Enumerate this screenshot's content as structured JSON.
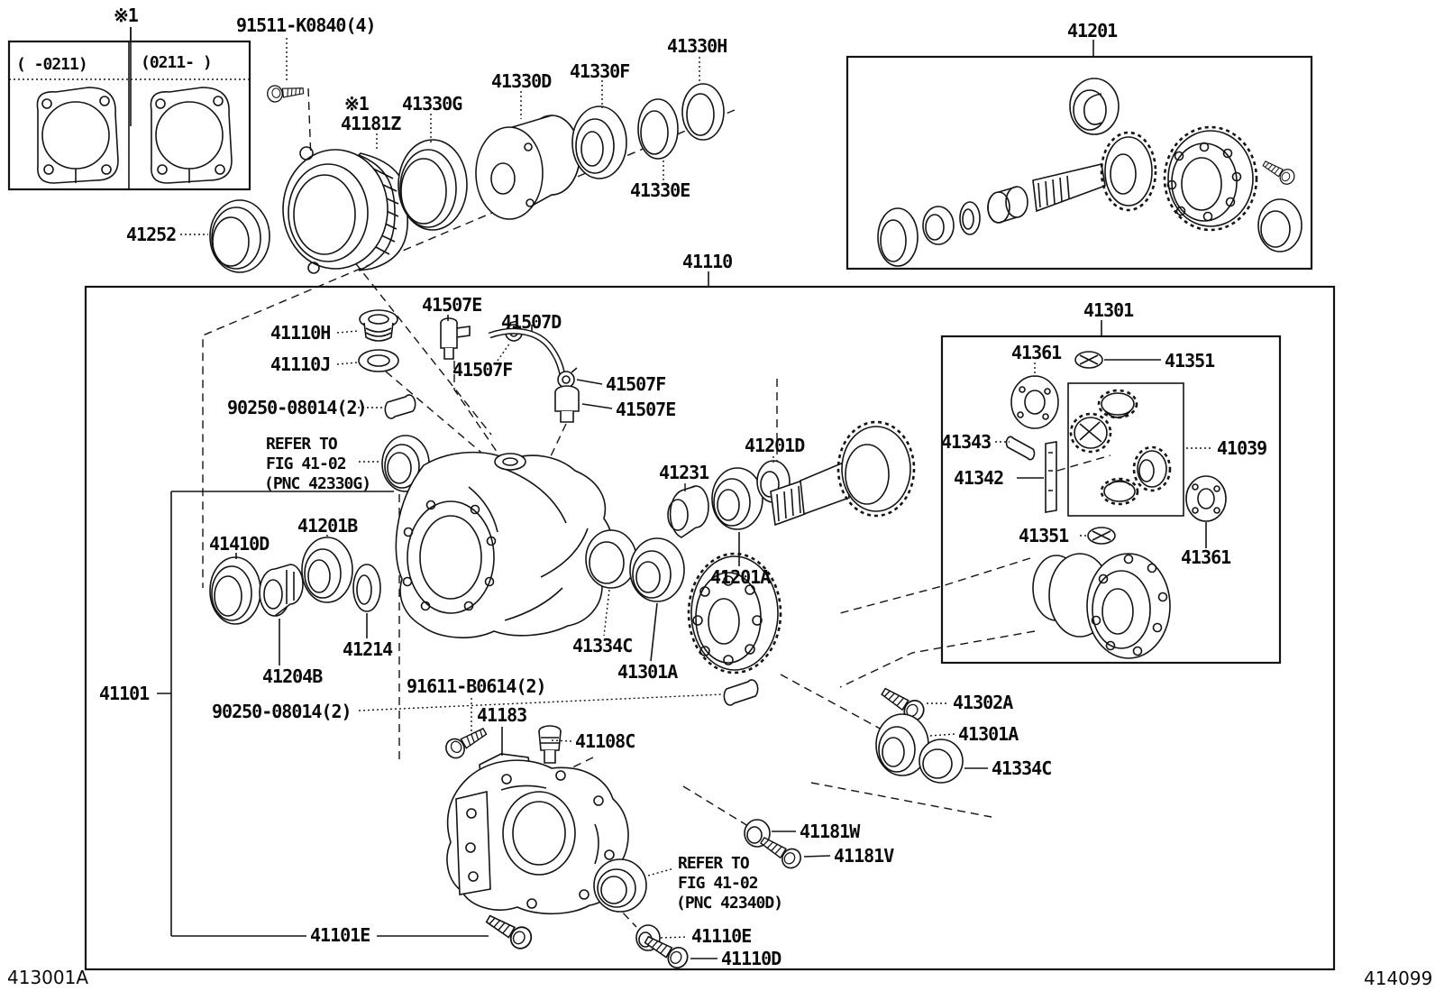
{
  "notes": {
    "asterisk1": "※1",
    "variant_left": "(  -0211)",
    "variant_right": "(0211-   )",
    "refer1": [
      "REFER TO",
      "FIG 41-02",
      "(PNC 42330G)"
    ],
    "refer2": [
      "REFER TO",
      "FIG 41-02",
      "(PNC 42340D)"
    ]
  },
  "callouts": {
    "bolt_91511": "91511-K0840(4)",
    "p41252": "41252",
    "p41181z": "41181Z",
    "p41330g": "41330G",
    "p41330d": "41330D",
    "p41330f": "41330F",
    "p41330h": "41330H",
    "p41330e": "41330E",
    "p41201": "41201",
    "p41110": "41110",
    "p41301": "41301",
    "p41361_upper": "41361",
    "p41351_upper": "41351",
    "p41343": "41343",
    "p41342": "41342",
    "p41039": "41039",
    "p41351_lower": "41351",
    "p41361_lower": "41361",
    "p41110h": "41110H",
    "p41110j": "41110J",
    "p41507e_left": "41507E",
    "p41507d": "41507D",
    "p41507f_left": "41507F",
    "p41507f_right": "41507F",
    "p41507e_right": "41507E",
    "p90250_upper": "90250-08014(2)",
    "p41201d": "41201D",
    "p41231": "41231",
    "p41201a": "41201A",
    "p41201b": "41201B",
    "p41410d": "41410D",
    "p41204b": "41204B",
    "p41214": "41214",
    "p41334c_upper": "41334C",
    "p41301a_upper": "41301A",
    "p41101": "41101",
    "p90250_lower": "90250-08014(2)",
    "p91611": "91611-B0614(2)",
    "p41183": "41183",
    "p41108c": "41108C",
    "p41302a": "41302A",
    "p41301a_lower": "41301A",
    "p41334c_lower": "41334C",
    "p41181w": "41181W",
    "p41181v": "41181V",
    "p41101e": "41101E",
    "p41110e": "41110E",
    "p41110d": "41110D"
  },
  "footer": {
    "left_id": "413001A",
    "right_id": "414099"
  }
}
